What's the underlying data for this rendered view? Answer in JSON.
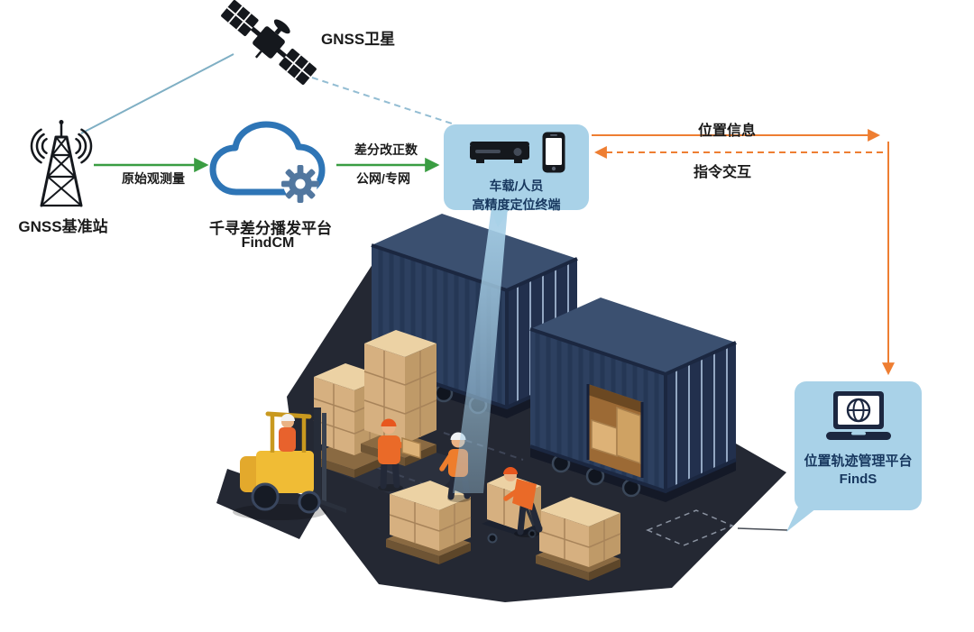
{
  "labels": {
    "satellite": "GNSS卫星",
    "base_station": "GNSS基准站",
    "raw_observation": "原始观测量",
    "correction_line1": "差分改正数",
    "correction_line2": "公网/专网",
    "cloud_platform_name": "千寻差分播发平台",
    "cloud_platform_product": "FindCM",
    "terminal_line1": "车载/人员",
    "terminal_line2": "高精度定位终端",
    "position_info": "位置信息",
    "command_interaction": "指令交互",
    "track_platform_name": "位置轨迹管理平台",
    "track_platform_product": "FindS"
  },
  "colors": {
    "panel_background": "#a9d2e8",
    "panel_text": "#17375e",
    "flow_green": "#3a9d42",
    "flow_orange": "#ee7e32",
    "satellite_link_blue": "#7fafc4",
    "cloud_blue": "#2e75b6",
    "ground_dark": "#242833",
    "container_navy": "#2d4060"
  }
}
